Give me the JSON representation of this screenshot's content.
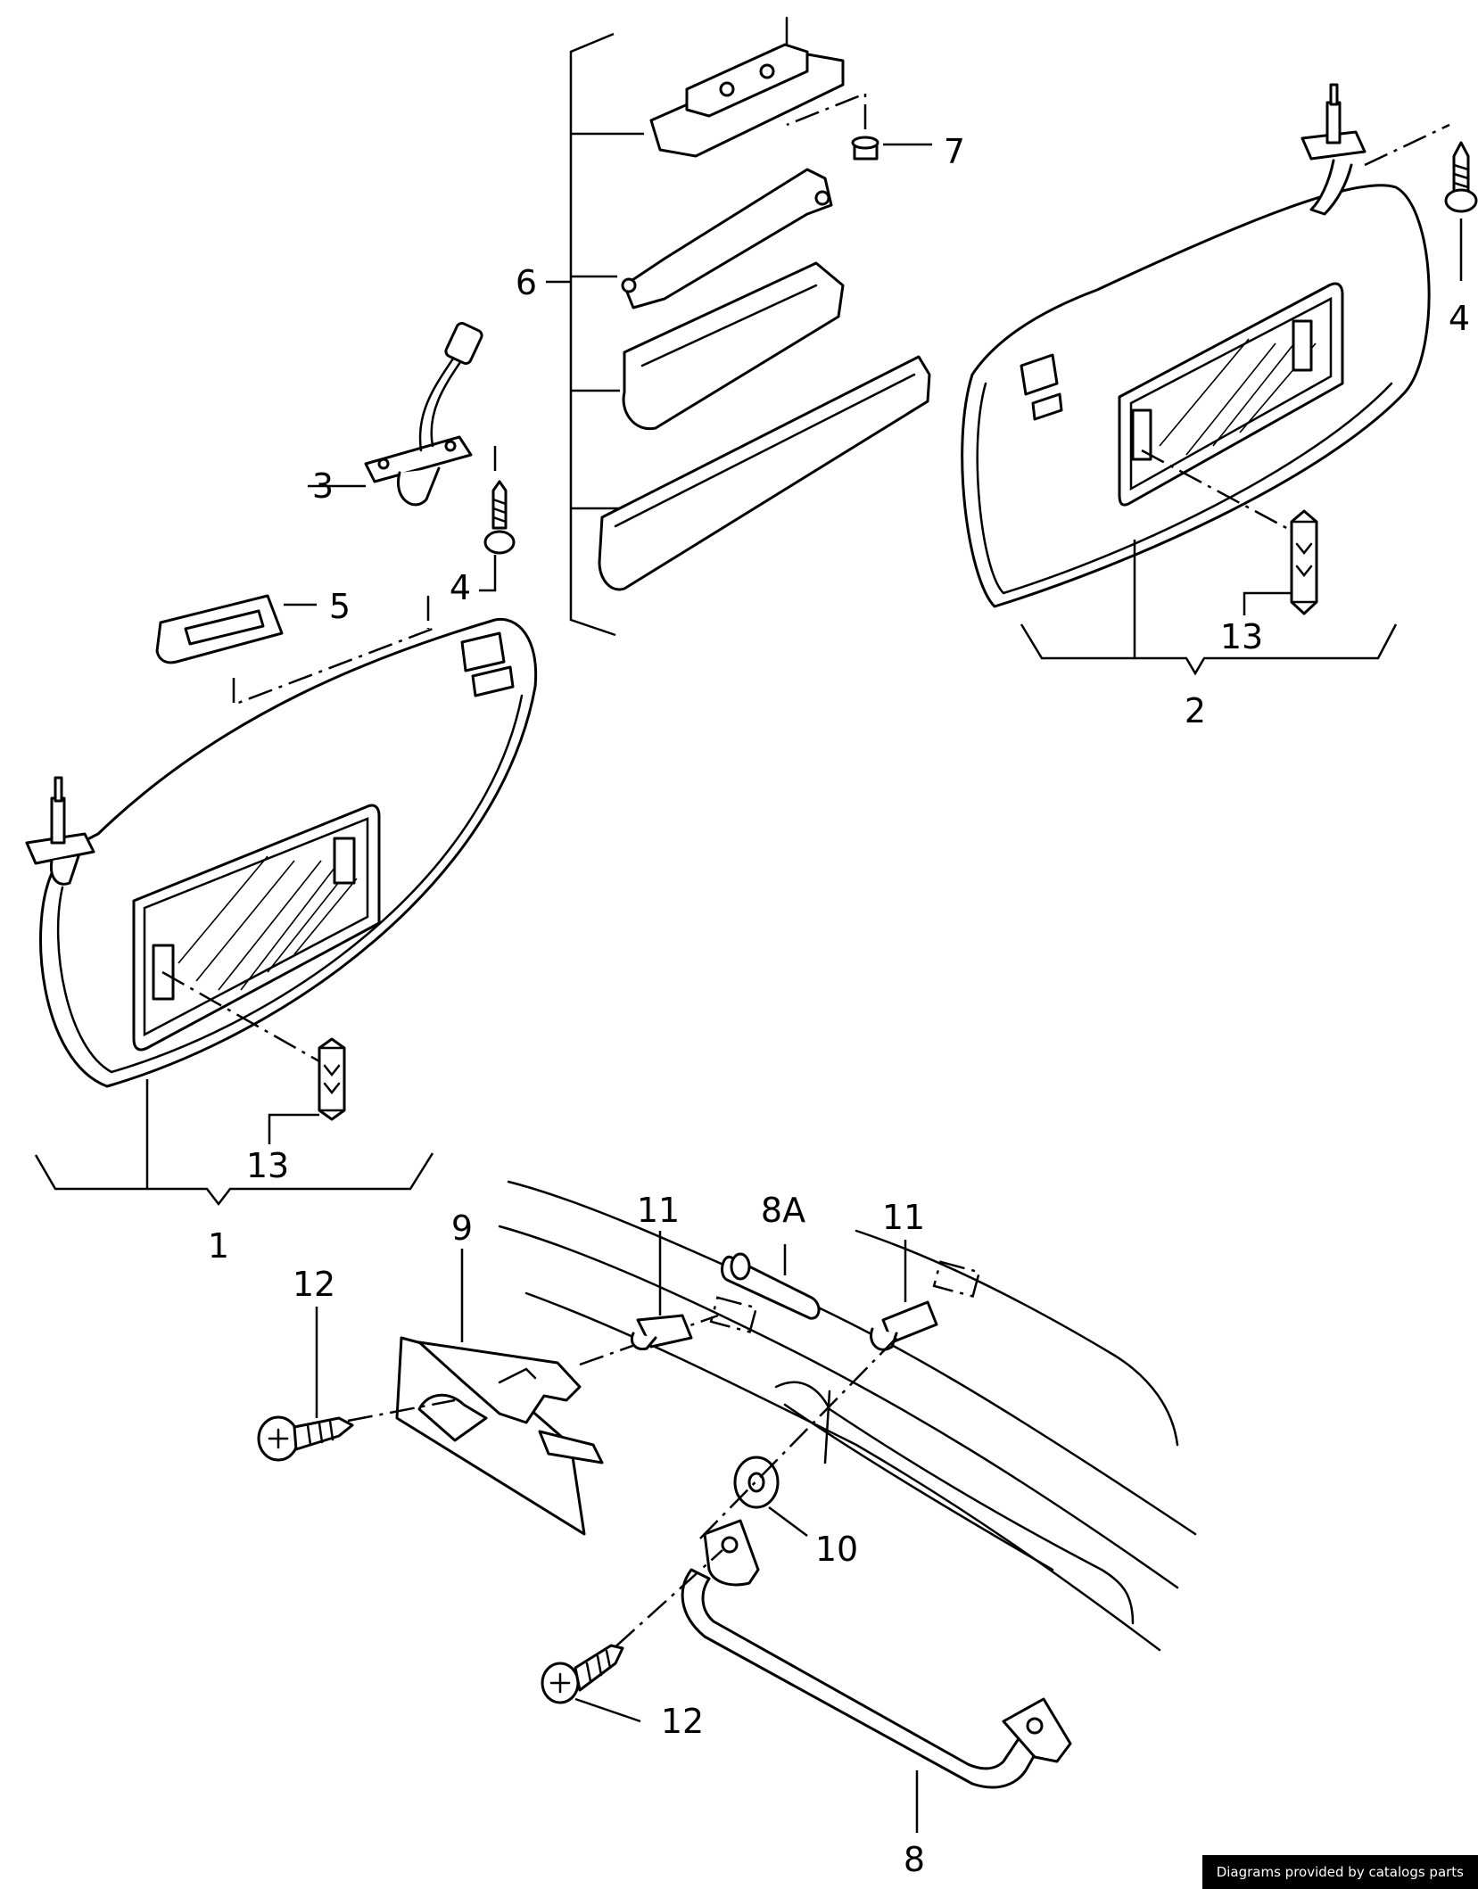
{
  "callouts": {
    "c1": "1",
    "c2": "2",
    "c3": "3",
    "c4_left": "4",
    "c4_right": "4",
    "c5": "5",
    "c6": "6",
    "c7": "7",
    "c8": "8",
    "c8a": "8A",
    "c9": "9",
    "c10": "10",
    "c11_left": "11",
    "c11_right": "11",
    "c12_top": "12",
    "c12_bottom": "12",
    "c13_left": "13",
    "c13_right": "13"
  },
  "credit": "Diagrams provided by catalogs parts"
}
